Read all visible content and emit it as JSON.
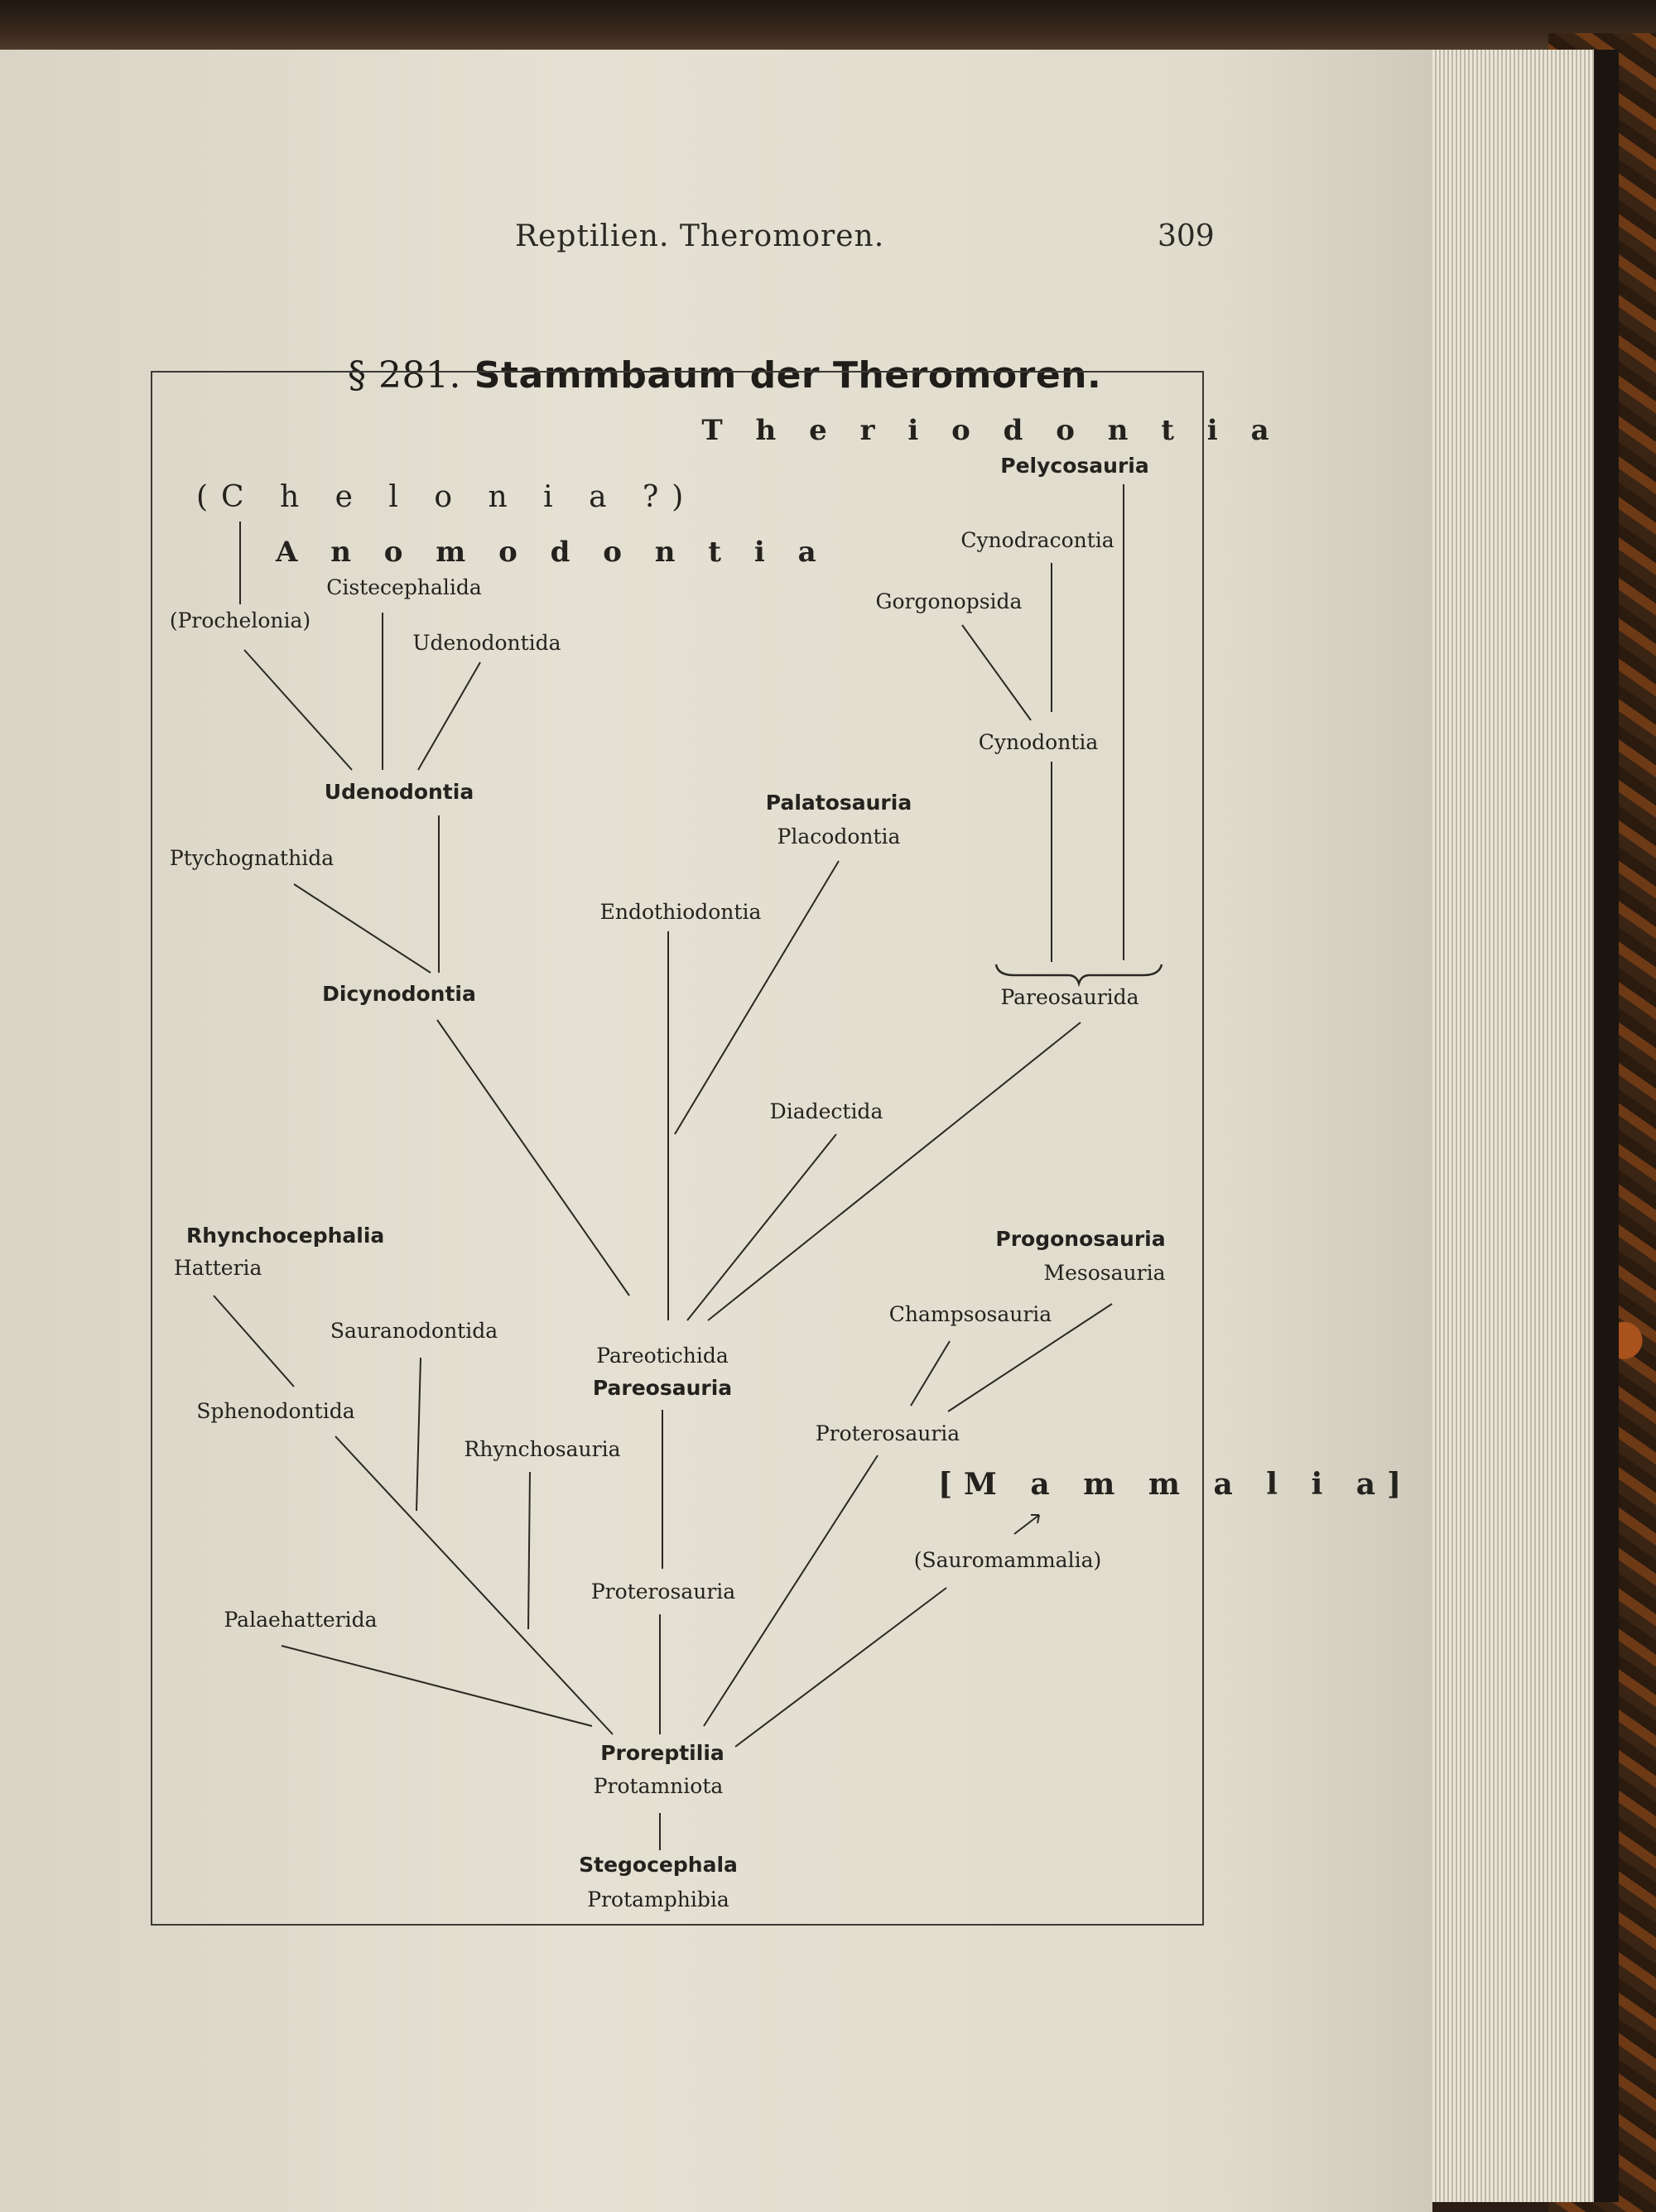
{
  "header": {
    "title": "Reptilien.   Theromoren.",
    "page_number": "309"
  },
  "section": {
    "symbol": "§ 281.",
    "title": "Stammbaum der Theromoren."
  },
  "tree": {
    "theriodontia": "T h e r i o d o n t i a",
    "pelycosauria": "Pelycosauria",
    "chelonia": "(C h e l o n i a ?)",
    "anomodontia": "A n o m o d o n t i a",
    "cistecephalida": "Cistecephalida",
    "prochelonia": "(Prochelonia)",
    "udenodontida": "Udenodontida",
    "cynodracontia": "Cynodracontia",
    "gorgonopsida": "Gorgonopsida",
    "cynodontia": "Cynodontia",
    "udenodontia": "Udenodontia",
    "palatosauria": "Palatosauria",
    "placodontia": "Placodontia",
    "ptychognathida": "Ptychognathida",
    "endothiodontia": "Endothiodontia",
    "pareosaurida": "Pareosaurida",
    "dicynodontia": "Dicynodontia",
    "diadectida": "Diadectida",
    "rhynchocephalia": "Rhynchocephalia",
    "hatteria": "Hatteria",
    "progonosauria": "Progonosauria",
    "mesosauria": "Mesosauria",
    "champsosauria": "Champsosauria",
    "sauranodontida": "Sauranodontida",
    "pareotichida": "Pareotichida",
    "pareosauria": "Pareosauria",
    "sphenodontida": "Sphenodontida",
    "proterosauria_right": "Proterosauria",
    "rhynchosauria": "Rhynchosauria",
    "mammalia": "[M a m m a l i a]",
    "sauromammalia": "(Sauromammalia)",
    "proterosauria_center": "Proterosauria",
    "palaehatterida": "Palaehatterida",
    "proreptilia": "Proreptilia",
    "protamniota": "Protamniota",
    "stegocephala": "Stegocephala",
    "protamphibia": "Protamphibia"
  }
}
